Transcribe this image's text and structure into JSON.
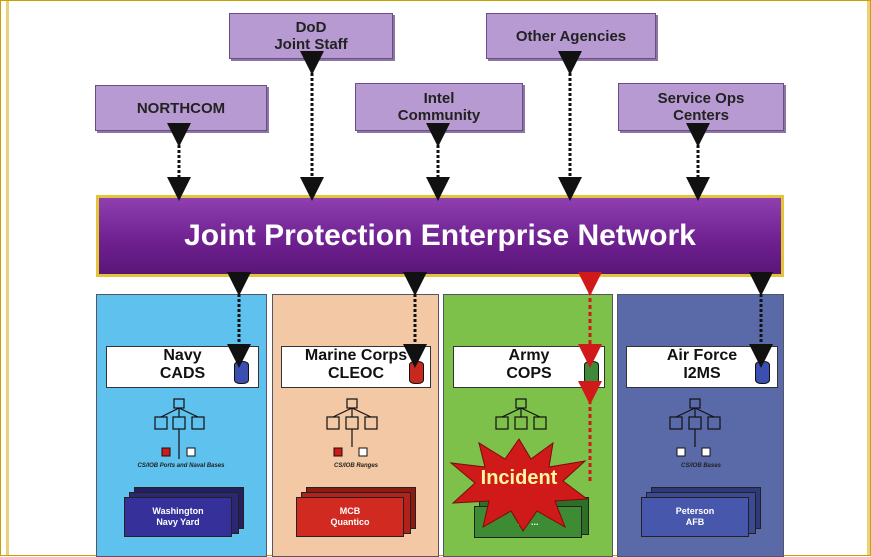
{
  "top_boxes": {
    "dod": "DoD\nJoint Staff",
    "other": "Other Agencies",
    "northcom": "NORTHCOM",
    "intel": "Intel\nCommunity",
    "service": "Service Ops\nCenters"
  },
  "network": {
    "label": "Joint Protection Enterprise Network"
  },
  "panels": {
    "navy": {
      "title": "Navy\nCADS",
      "caption": "CS/IOB Ports and Naval Bases",
      "site": "Washington\nNavy Yard"
    },
    "marine": {
      "title": "Marine Corps\nCLEOC",
      "caption": "CS/IOB Ranges",
      "site": "MCB\nQuantico"
    },
    "army": {
      "title": "Army\nCOPS",
      "site": "Ft. ...",
      "incident": "Incident"
    },
    "airforce": {
      "title": "Air Force\nI2MS",
      "caption": "CS/IOB Bases",
      "site": "Peterson\nAFB"
    }
  },
  "colors": {
    "top_box": "#b79ad1",
    "network": "#6d1f8e",
    "navy_panel": "#5fc1ee",
    "marine_panel": "#f3c8a4",
    "army_panel": "#7dc04a",
    "airforce_panel": "#5a6aa8",
    "incident": "#d01a1a"
  }
}
